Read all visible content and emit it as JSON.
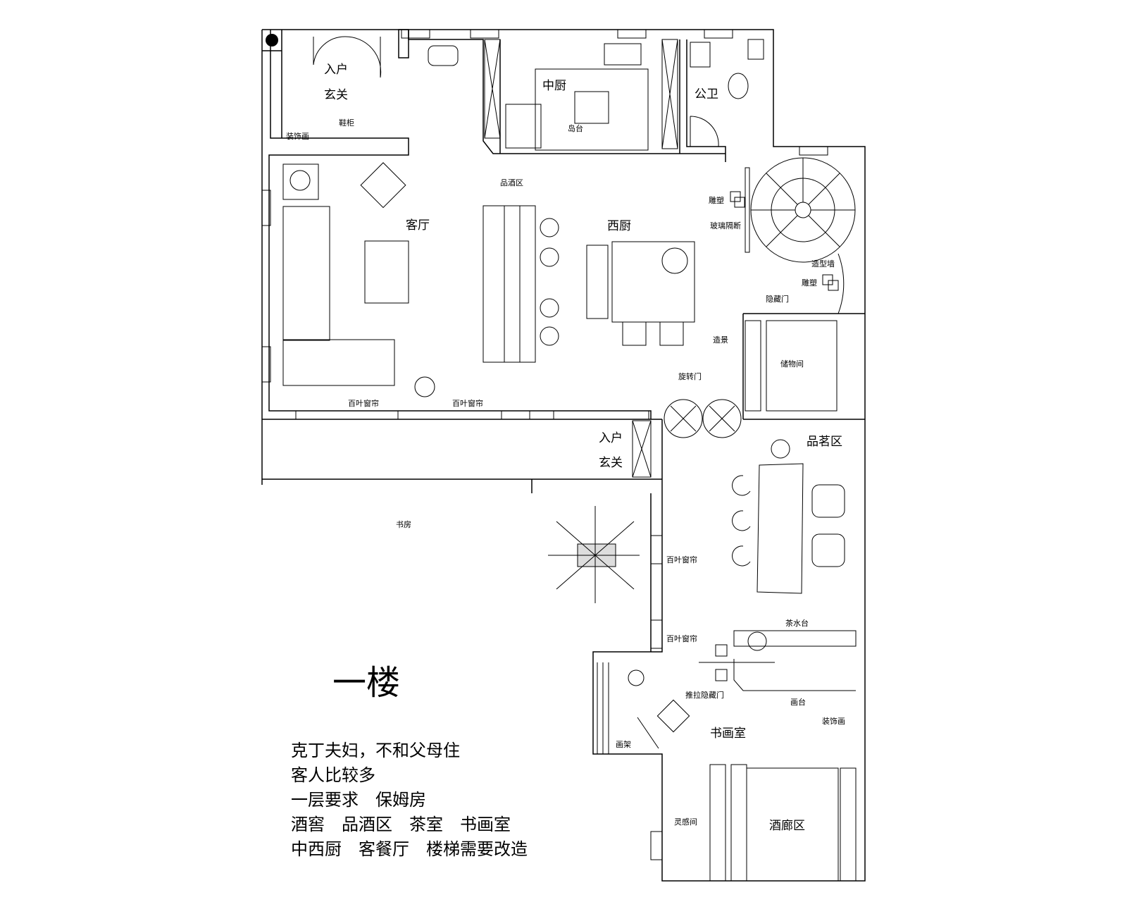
{
  "floor_title": "一楼",
  "rooms": {
    "entry_top": "入户",
    "foyer_top": "玄关",
    "chinese_kitchen": "中厨",
    "public_bath": "公卫",
    "living_room": "客厅",
    "western_kitchen": "西厨",
    "entry_bottom": "入户",
    "foyer_bottom": "玄关",
    "tea_area": "品茗区",
    "study_small": "书房",
    "painting_room": "书画室",
    "inspiration_room": "灵感间",
    "wine_gallery": "酒廊区",
    "storage": "储物间"
  },
  "annotations": {
    "shoe_cabinet": "鞋柜",
    "decor_painting_top": "装饰画",
    "island": "岛台",
    "wine_tasting": "品酒区",
    "sculpture_1": "雕塑",
    "glass_partition": "玻璃隔断",
    "feature_wall": "造型墙",
    "sculpture_2": "雕塑",
    "hidden_door": "隐藏门",
    "landscape": "造景",
    "revolving_door": "旋转门",
    "blinds_1": "百叶窗帘",
    "blinds_2": "百叶窗帘",
    "blinds_3": "百叶窗帘",
    "blinds_4": "百叶窗帘",
    "tea_counter": "茶水台",
    "sliding_hidden_door": "推拉隐藏门",
    "painting_table": "画台",
    "decor_painting_right": "装饰画",
    "easel": "画架"
  },
  "notes": [
    "克丁夫妇，不和父母住",
    "客人比较多",
    "一层要求　保姆房",
    "酒窖　品酒区　茶室　书画室",
    "中西厨　客餐厅　楼梯需要改造"
  ]
}
